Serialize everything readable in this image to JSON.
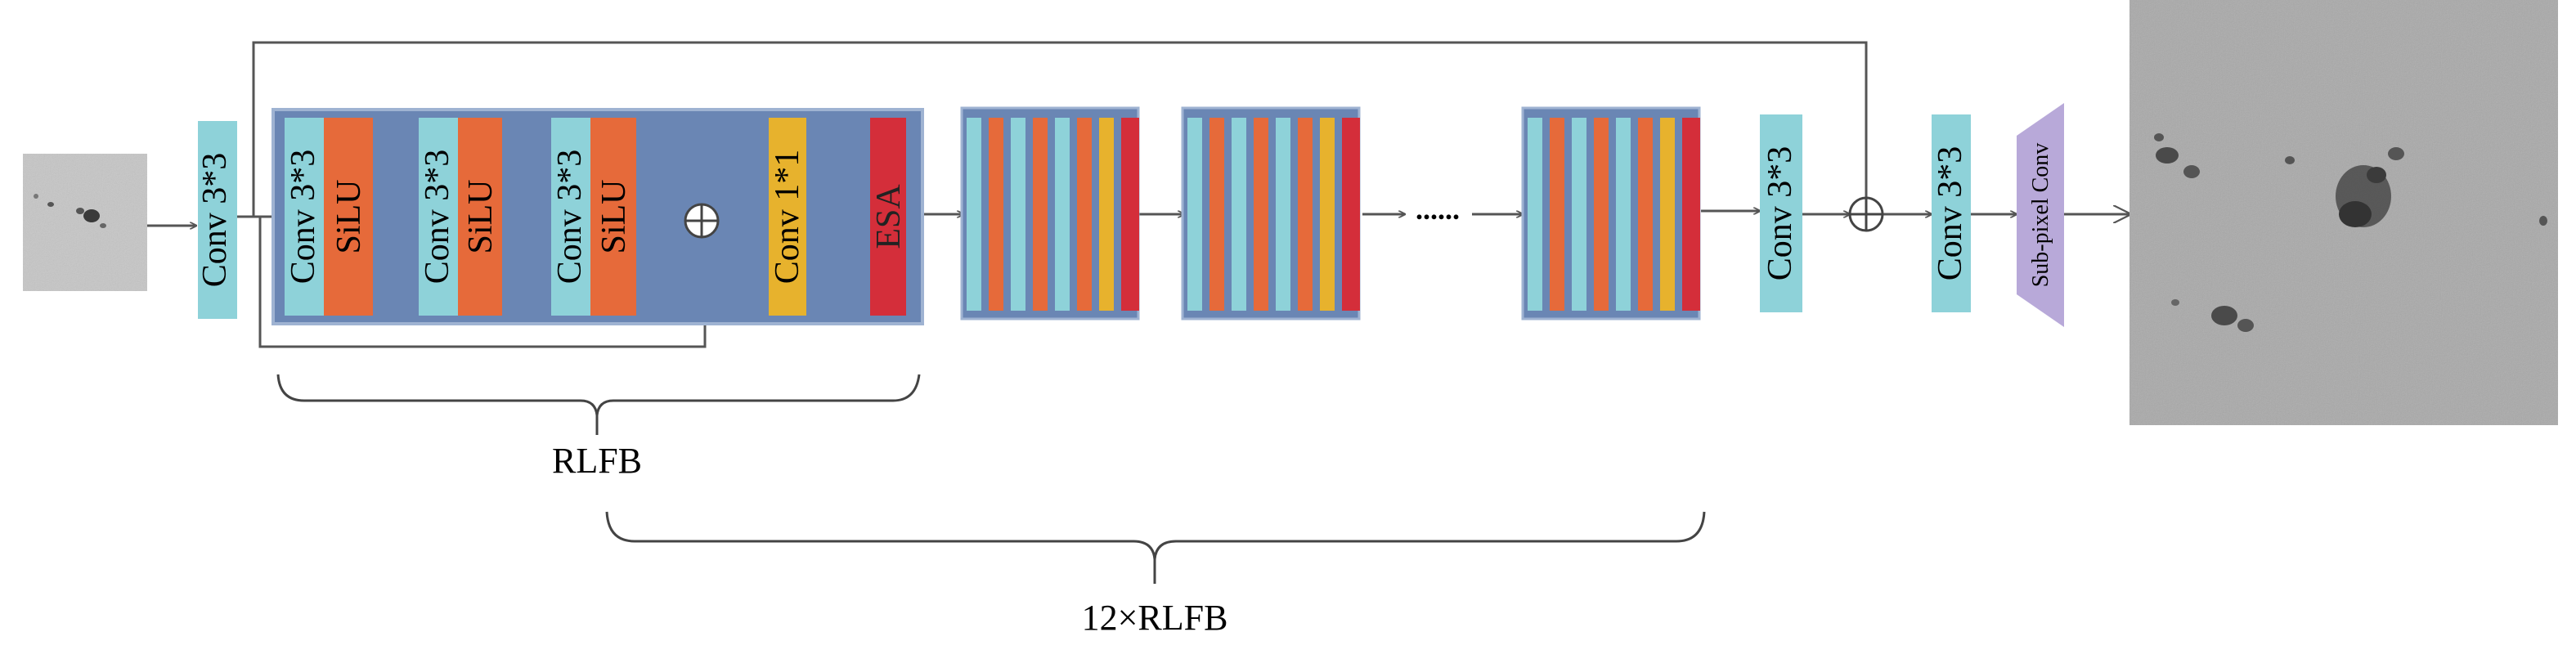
{
  "labels": {
    "conv_head": "Conv 3*3",
    "conv_rlfb_1": "Conv 3*3",
    "conv_rlfb_2": "Conv 3*3",
    "conv_rlfb_3": "Conv 3*3",
    "silu_1": "SiLU",
    "silu_2": "SiLU",
    "silu_3": "SiLU",
    "conv_1x1": "Conv 1*1",
    "esa": "ESA",
    "ellipsis": "......",
    "conv_after_blocks": "Conv 3*3",
    "conv_before_upsample": "Conv 3*3",
    "subpixel": "Sub-pixel Conv",
    "rlfb_brace": "RLFB",
    "repeat_brace": "12×RLFB"
  },
  "colors": {
    "block_bg": "#6a86b4",
    "conv": "#8ed2d9",
    "silu": "#e66a3a",
    "conv1x1": "#e7b22d",
    "esa": "#d42e3a",
    "subpixel": "#b8a9d9",
    "line": "#555555"
  }
}
